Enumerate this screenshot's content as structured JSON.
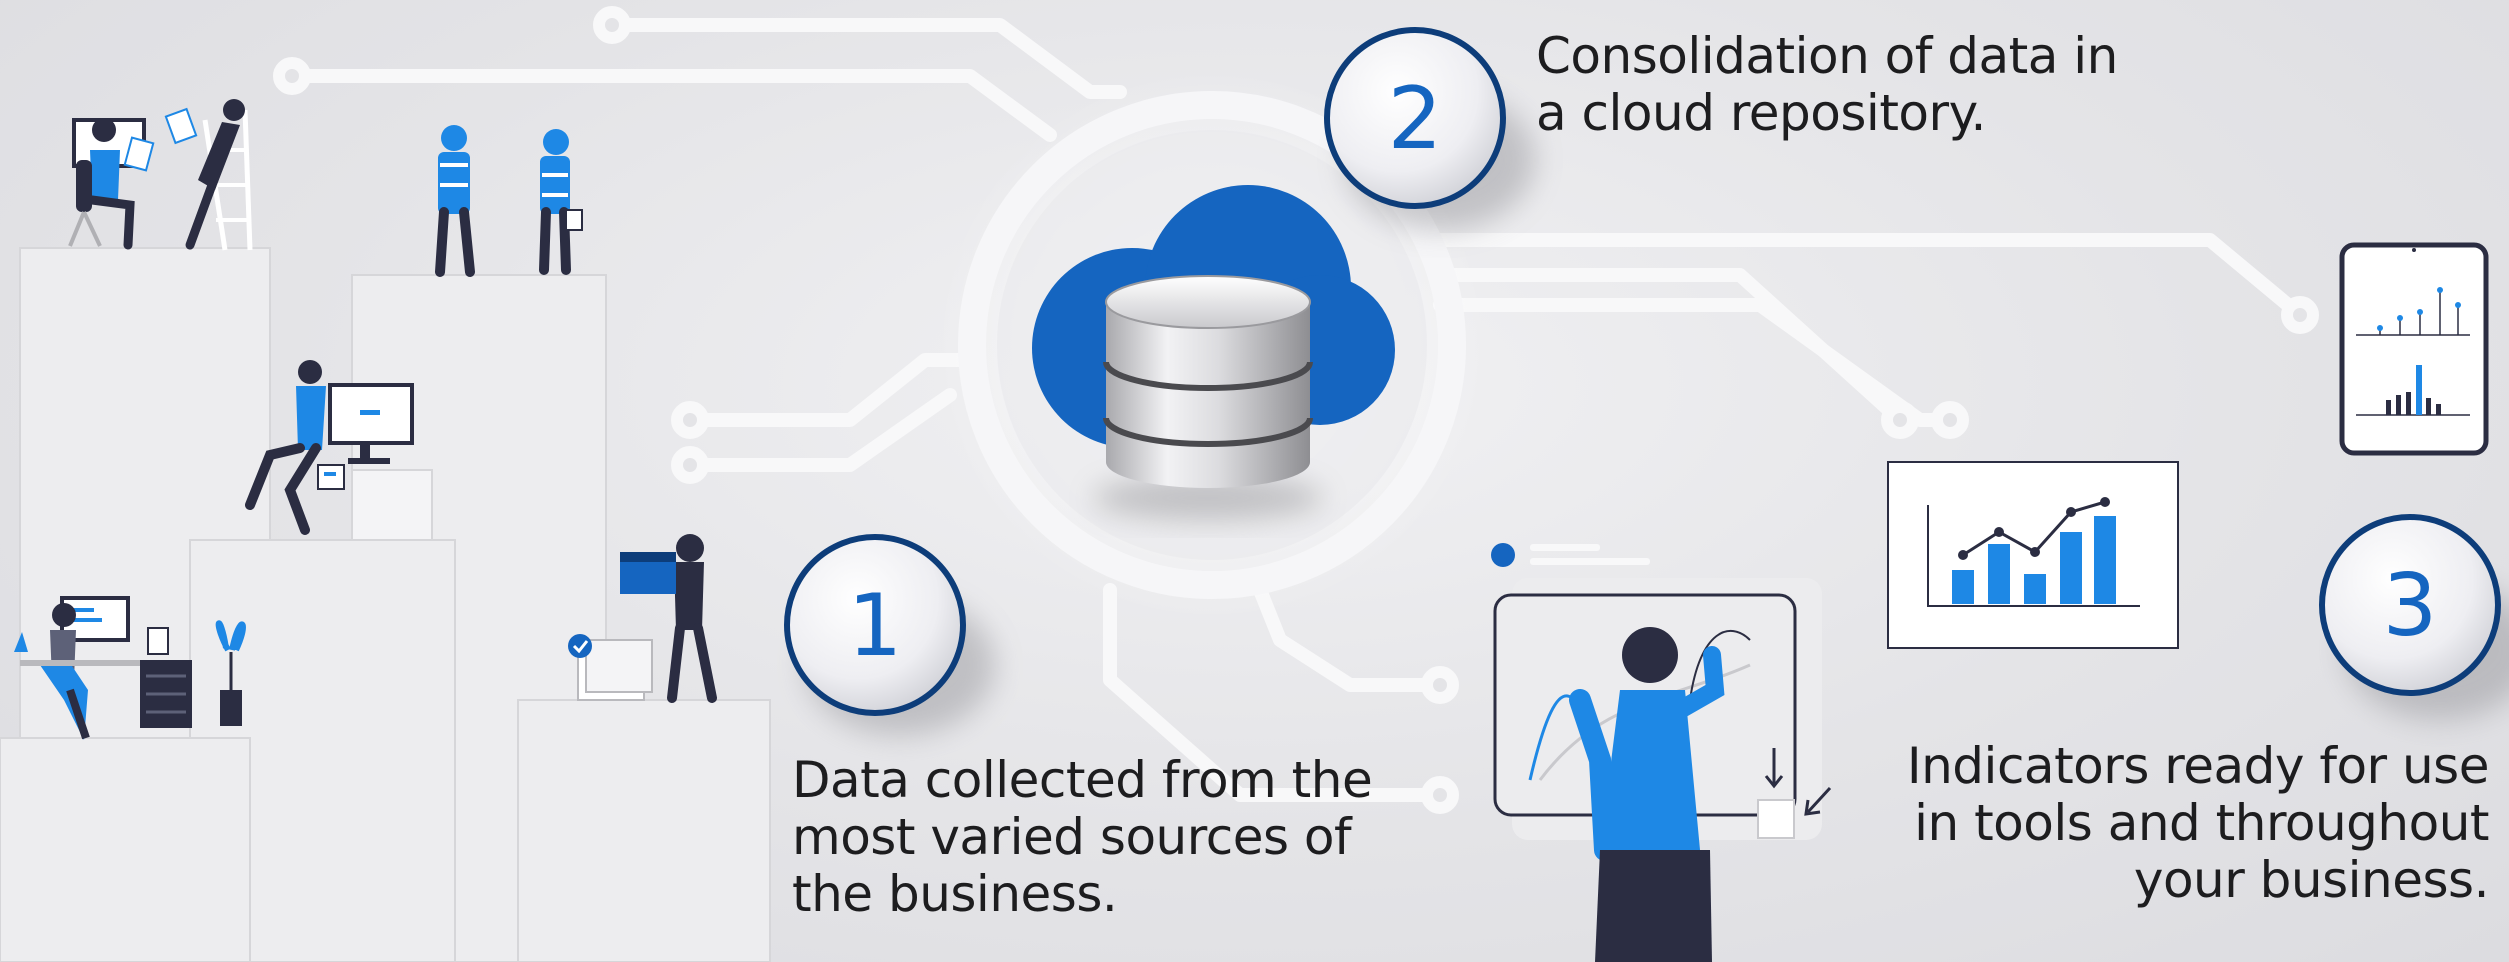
{
  "colors": {
    "accent_blue": "#1565c0",
    "light_blue": "#1e88e5",
    "navy": "#0d3d7a",
    "dark_figure": "#2b2d42",
    "circuit": "#f7f7f8",
    "platform": "#ececee"
  },
  "steps": [
    {
      "number": "1",
      "lines": [
        "Data collected from the",
        "most varied sources of",
        "the business."
      ]
    },
    {
      "number": "2",
      "lines": [
        "Consolidation of data in",
        "a cloud repository."
      ]
    },
    {
      "number": "3",
      "lines": [
        "Indicators ready for use",
        "in tools and throughout",
        "your business."
      ]
    }
  ],
  "icons": {
    "hub": "cloud-database-icon",
    "whiteboard": "line-chart-whiteboard",
    "report": "bar-line-chart-card",
    "tablet": "tablet-dashboard",
    "people": "workers-illustration"
  }
}
